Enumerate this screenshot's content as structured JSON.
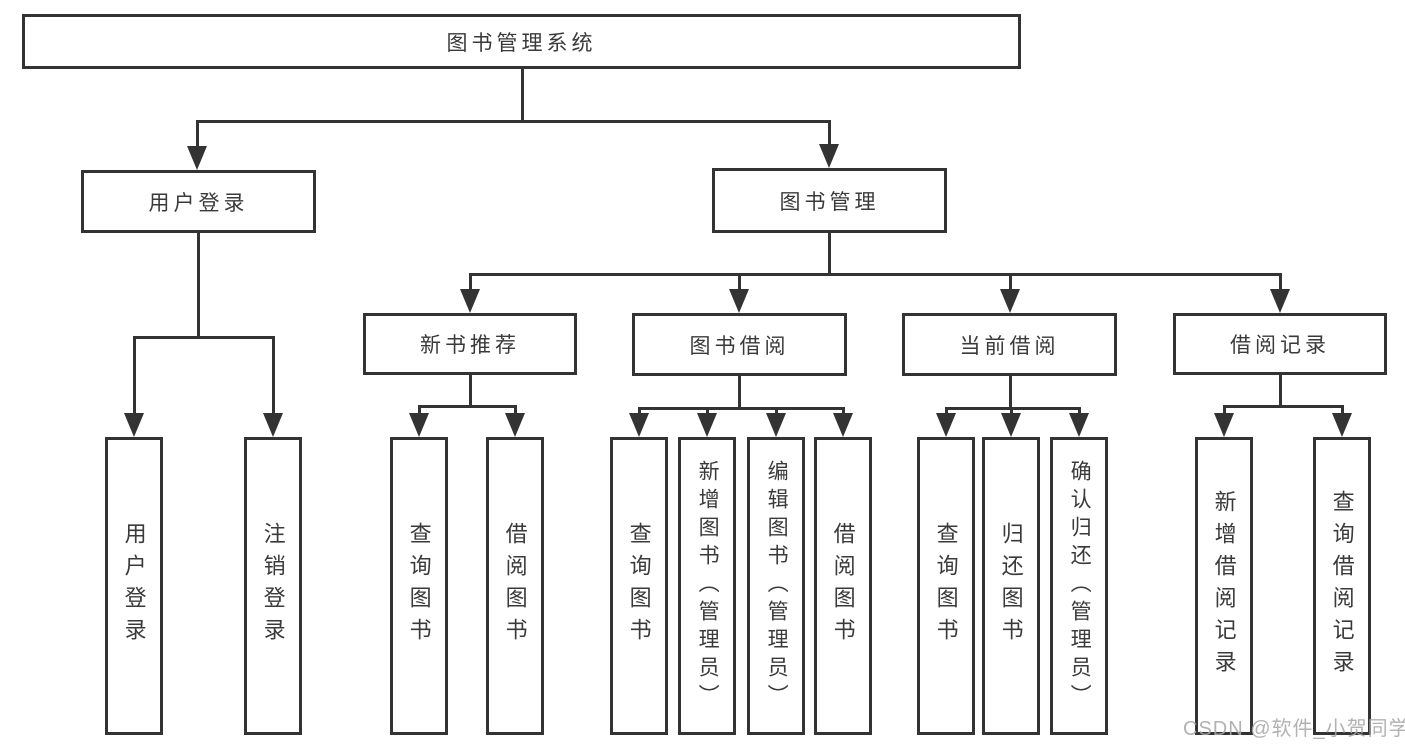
{
  "diagram": {
    "type": "hierarchy",
    "title": "图书管理系统"
  },
  "tree": {
    "root": {
      "label": "图书管理系统"
    },
    "branches": [
      {
        "label": "用户登录",
        "children": [
          {
            "label": "用户登录"
          },
          {
            "label": "注销登录"
          }
        ]
      },
      {
        "label": "图书管理",
        "children": [
          {
            "label": "新书推荐",
            "children": [
              {
                "label": "查询图书"
              },
              {
                "label": "借阅图书"
              }
            ]
          },
          {
            "label": "图书借阅",
            "children": [
              {
                "label": "查询图书"
              },
              {
                "label": "新增图书（管理员）"
              },
              {
                "label": "编辑图书（管理员）"
              },
              {
                "label": "借阅图书"
              }
            ]
          },
          {
            "label": "当前借阅",
            "children": [
              {
                "label": "查询图书"
              },
              {
                "label": "归还图书"
              },
              {
                "label": "确认归还（管理员）"
              }
            ]
          },
          {
            "label": "借阅记录",
            "children": [
              {
                "label": "新增借阅记录"
              },
              {
                "label": "查询借阅记录"
              }
            ]
          }
        ]
      }
    ]
  },
  "watermark": {
    "text": "CSDN @软件_小贺同学"
  },
  "colors": {
    "line": "#333333",
    "text": "#3a3a3a",
    "background": "#ffffff",
    "watermark": "#a8a8a8"
  }
}
